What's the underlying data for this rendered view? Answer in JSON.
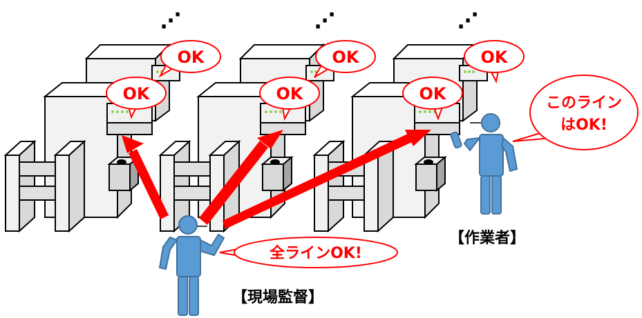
{
  "colors": {
    "arrow": "#ff0000",
    "bubble_border": "#ff0000",
    "bubble_text": "#ff0000",
    "machine_fill": "#f2f2f2",
    "person_fill": "#5b9bd5",
    "led": "#92d050"
  },
  "machine_groups": [
    {
      "back_bubble": "OK",
      "front_bubble": "OK"
    },
    {
      "back_bubble": "OK",
      "front_bubble": "OK"
    },
    {
      "back_bubble": "OK",
      "front_bubble": "OK"
    }
  ],
  "continuation_marks": [
    "⋰",
    "⋰",
    "⋰"
  ],
  "supervisor": {
    "label": "【現場監督】",
    "speech": "全ラインOK!"
  },
  "worker": {
    "label": "【作業者】",
    "speech_line1": "このライン",
    "speech_line2": "はOK!"
  }
}
